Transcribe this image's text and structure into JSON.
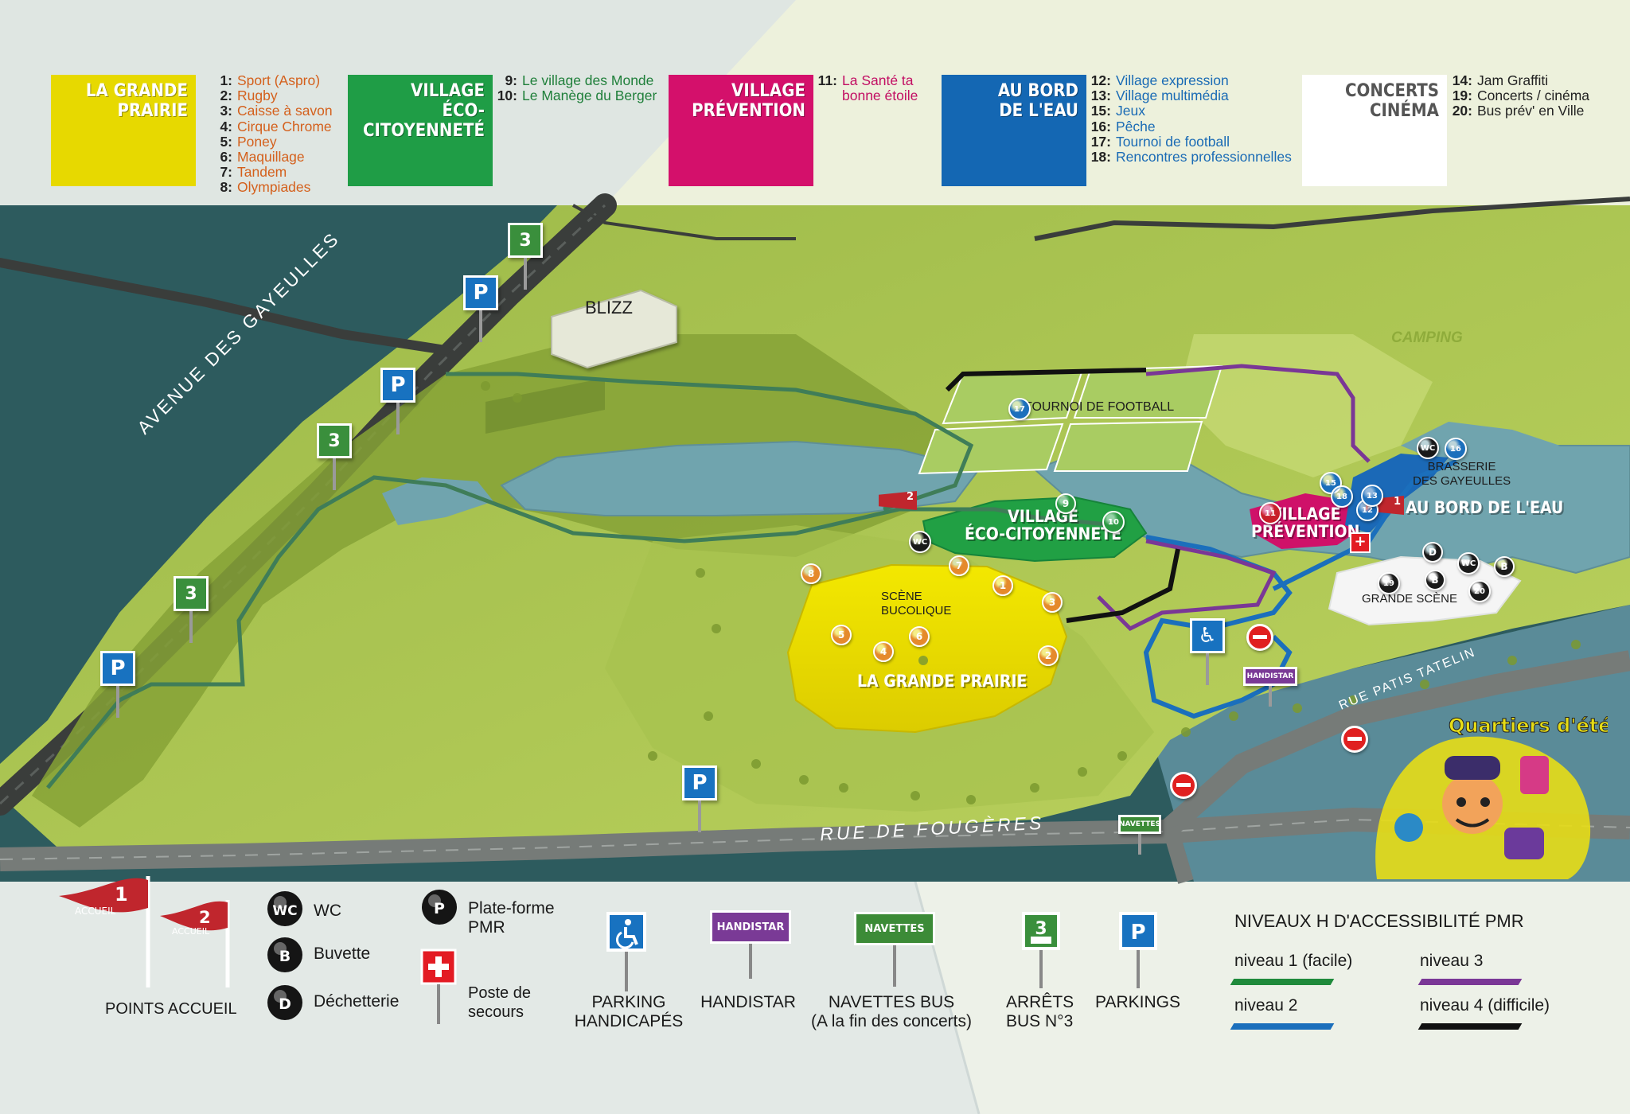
{
  "colors": {
    "water": "#2e5a5d",
    "grass_light": "#b7cf55",
    "grass_dark": "#8eaa3c",
    "prairie_yellow": "#ecdf00",
    "eco_green": "#22a044",
    "prevention_magenta": "#d6156b",
    "bordeau_blue": "#1668b4",
    "orange_list": "#d4601c",
    "green_list": "#1f7f3a",
    "magenta_list": "#c20e63",
    "blue_list": "#1a6bb5",
    "parking_blue": "#1872c0",
    "bus_green": "#3a8f3c",
    "handistar_purple": "#7a3a96",
    "navettes_green": "#3c8b37",
    "level1": "#1f8a3b",
    "level2": "#1b6fbc",
    "level3": "#7a3796",
    "level4": "#111111"
  },
  "zones": [
    {
      "id": "grande-prairie",
      "title_lines": [
        "LA GRANDE",
        "PRAIRIE"
      ],
      "color": "#e7d900",
      "items": [
        {
          "n": "1",
          "label": "Sport (Aspro)"
        },
        {
          "n": "2",
          "label": "Rugby"
        },
        {
          "n": "3",
          "label": "Caisse à savon"
        },
        {
          "n": "4",
          "label": "Cirque Chrome"
        },
        {
          "n": "5",
          "label": "Poney"
        },
        {
          "n": "6",
          "label": "Maquillage"
        },
        {
          "n": "7",
          "label": "Tandem"
        },
        {
          "n": "8",
          "label": "Olympiades"
        }
      ]
    },
    {
      "id": "village-eco",
      "title_lines": [
        "VILLAGE",
        "ÉCO-CITOYENNETÉ"
      ],
      "color": "#1f9d46",
      "items": [
        {
          "n": "9",
          "label": "Le village des Monde"
        },
        {
          "n": "10",
          "label": "Le Manège du Berger"
        }
      ]
    },
    {
      "id": "village-prevention",
      "title_lines": [
        "VILLAGE",
        "PRÉVENTION"
      ],
      "color": "#d4106b",
      "items": [
        {
          "n": "11",
          "label": "La Santé ta"
        },
        {
          "n": "",
          "label": "bonne étoile"
        }
      ]
    },
    {
      "id": "au-bord-eau",
      "title_lines": [
        "AU BORD",
        "DE L'EAU"
      ],
      "color": "#1467b3",
      "items": [
        {
          "n": "12",
          "label": "Village expression"
        },
        {
          "n": "13",
          "label": "Village multimédia"
        },
        {
          "n": "15",
          "label": "Jeux"
        },
        {
          "n": "16",
          "label": "Pêche"
        },
        {
          "n": "17",
          "label": "Tournoi de football"
        },
        {
          "n": "18",
          "label": "Rencontres professionnelles"
        }
      ]
    },
    {
      "id": "concerts-cinema",
      "title_lines": [
        "CONCERTS",
        "CINÉMA"
      ],
      "color": "#ffffff",
      "items": [
        {
          "n": "14",
          "label": "Jam Graffiti"
        },
        {
          "n": "19",
          "label": "Concerts / cinéma"
        },
        {
          "n": "20",
          "label": "Bus prév' en Ville"
        }
      ]
    }
  ],
  "map": {
    "streets": {
      "avenue": "AVENUE DES GAYEULLES",
      "fougeres": "RUE DE FOUGÈRES",
      "patis": "RUE PATIS TATELIN"
    },
    "places": {
      "blizz": "BLIZZ",
      "camping": "CAMPING",
      "tournoi": "TOURNOI DE FOOTBALL",
      "brasserie": [
        "BRASSERIE",
        "DES GAYEULLES"
      ],
      "scene_bucolique": [
        "SCÈNE",
        "BUCOLIQUE"
      ],
      "grande_scene": "GRANDE SCÈNE",
      "grande_prairie": "LA GRANDE PRAIRIE",
      "village_eco": [
        "VILLAGE",
        "ÉCO-CITOYENNETÉ"
      ],
      "village_prevention": [
        "VILLAGE",
        "PRÉVENTION"
      ],
      "au_bord": "AU BORD DE L'EAU"
    },
    "sign_texts": {
      "parking": "P",
      "bus": "3",
      "handistar": "HANDISTAR",
      "navettes": "NAVETTES",
      "wc": "WC",
      "accueil": "ACCUEIL"
    },
    "markers": [
      {
        "n": "1",
        "kind": "orange"
      },
      {
        "n": "2",
        "kind": "orange"
      },
      {
        "n": "3",
        "kind": "orange"
      },
      {
        "n": "4",
        "kind": "orange"
      },
      {
        "n": "5",
        "kind": "orange"
      },
      {
        "n": "6",
        "kind": "orange"
      },
      {
        "n": "7",
        "kind": "orange"
      },
      {
        "n": "8",
        "kind": "orange"
      },
      {
        "n": "9",
        "kind": "green"
      },
      {
        "n": "10",
        "kind": "green"
      },
      {
        "n": "11",
        "kind": "red"
      },
      {
        "n": "12",
        "kind": "blue"
      },
      {
        "n": "13",
        "kind": "blue"
      },
      {
        "n": "15",
        "kind": "blue"
      },
      {
        "n": "16",
        "kind": "blue"
      },
      {
        "n": "17",
        "kind": "blue"
      },
      {
        "n": "18",
        "kind": "blue"
      },
      {
        "n": "19",
        "kind": "black"
      },
      {
        "n": "20",
        "kind": "black"
      },
      {
        "n": "WC",
        "kind": "black"
      },
      {
        "n": "WC",
        "kind": "black"
      },
      {
        "n": "WC",
        "kind": "black"
      },
      {
        "n": "D",
        "kind": "black"
      },
      {
        "n": "B",
        "kind": "black"
      },
      {
        "n": "B",
        "kind": "black"
      }
    ],
    "logo_text": "Quartiers d'été"
  },
  "legend": {
    "accueil_1": "1",
    "accueil_2": "2",
    "accueil_word": "ACCUEIL",
    "points_accueil": "POINTS ACCUEIL",
    "wc_mark": "WC",
    "wc": "WC",
    "buvette_mark": "B",
    "buvette": "Buvette",
    "dechetterie_mark": "D",
    "dechetterie": "Déchetterie",
    "pmr_mark": "P",
    "pmr": [
      "Plate-forme",
      "PMR"
    ],
    "secours": [
      "Poste de",
      "secours"
    ],
    "parking_handicapes": [
      "PARKING",
      "HANDICAPÉS"
    ],
    "handistar_sign": "HANDISTAR",
    "handistar": "HANDISTAR",
    "navettes_sign": "NAVETTES",
    "navettes": [
      "NAVETTES BUS",
      "(A la fin des concerts)"
    ],
    "bus_sign": "3",
    "arrets": [
      "ARRÊTS",
      "BUS N°3"
    ],
    "parking_sign": "P",
    "parkings": "PARKINGS",
    "niveaux_title": "NIVEAUX H D'ACCESSIBILITÉ PMR",
    "niveaux": [
      {
        "label": "niveau 1 (facile)",
        "color": "#1f8a3b"
      },
      {
        "label": "niveau 2",
        "color": "#1b6fbc"
      },
      {
        "label": "niveau 3",
        "color": "#7a3796"
      },
      {
        "label": "niveau 4 (difficile)",
        "color": "#111111"
      }
    ]
  }
}
